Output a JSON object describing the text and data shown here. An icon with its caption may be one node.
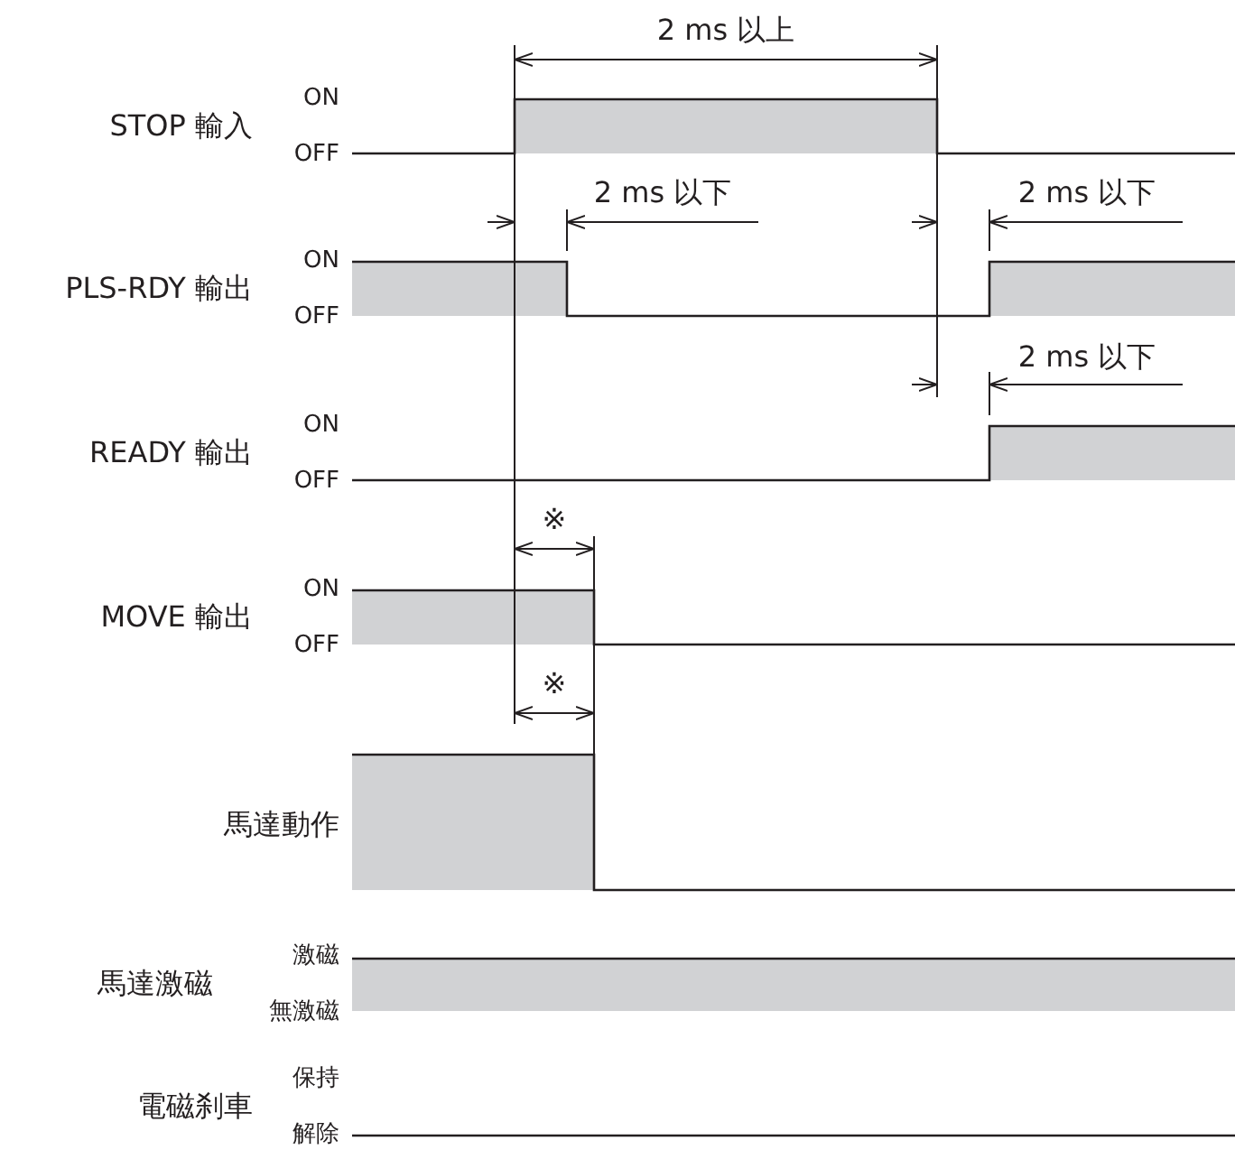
{
  "diagram": {
    "labels": [
      "2 ms 以上",
      "STOP 輸入",
      "ON",
      "OFF",
      "2 ms 以下",
      "2 ms 以下",
      "PLS-RDY 輸出",
      "ON",
      "OFF",
      "2 ms 以下",
      "READY 輸出",
      "ON",
      "OFF",
      "※",
      "MOVE 輸出",
      "ON",
      "OFF",
      "※",
      "馬達動作",
      "馬達激磁",
      "激磁",
      "無激磁",
      "電磁刹車",
      "保持",
      "解除"
    ]
  }
}
